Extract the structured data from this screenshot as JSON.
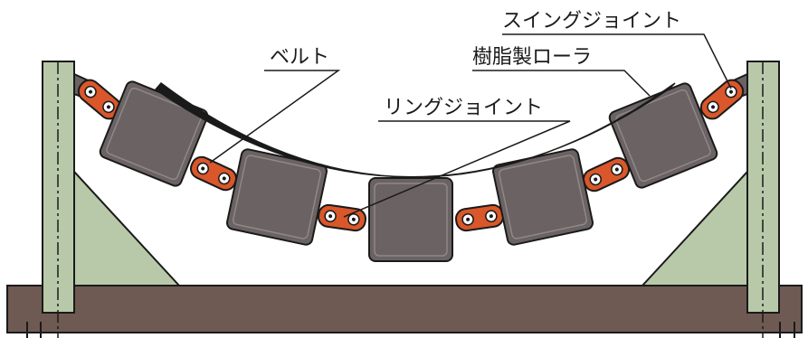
{
  "labels": {
    "swing_joint": "スイングジョイント",
    "resin_roller": "樹脂製ローラ",
    "belt": "ベルト",
    "ring_joint": "リングジョイント"
  },
  "colors": {
    "frame_fill": "#b8c9a9",
    "base_fill": "#6e5a52",
    "roller_fill": "#6b6363",
    "joint_fill": "#d9572a",
    "belt_fill": "#1a1a1a",
    "line": "#1a1a1a"
  }
}
